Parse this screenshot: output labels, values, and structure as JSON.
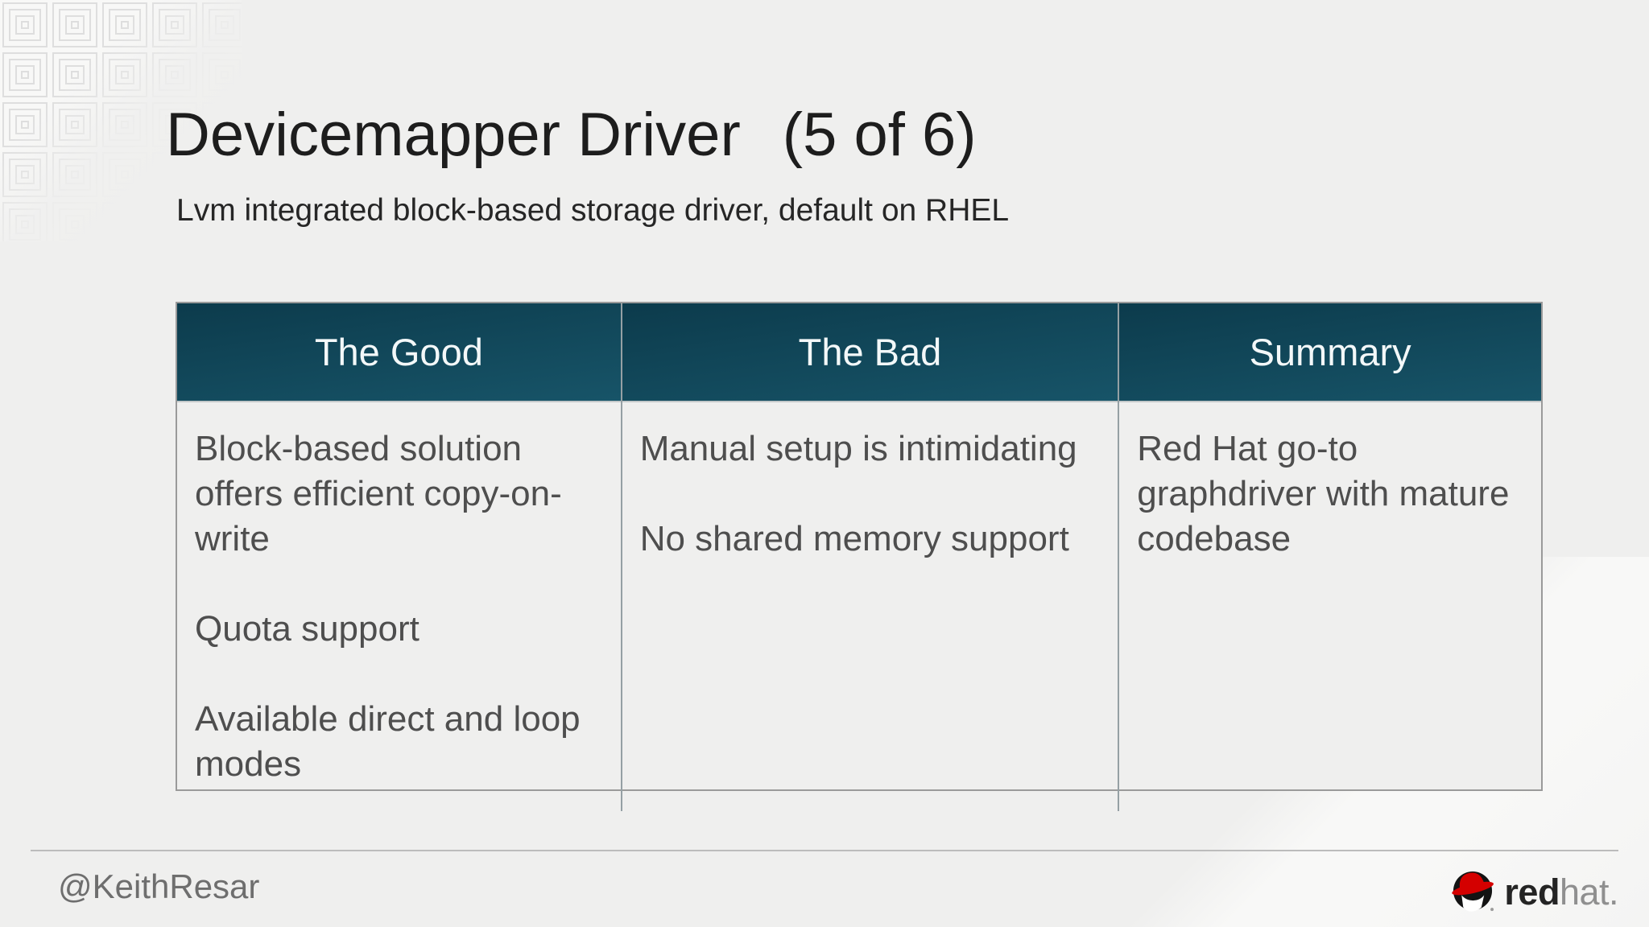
{
  "slide": {
    "title": "Devicemapper Driver",
    "page_indicator": "(5 of 6)",
    "subtitle": "Lvm integrated block-based storage driver, default on RHEL",
    "table": {
      "columns": [
        {
          "header": "The Good",
          "items": [
            "Block-based solution offers efficient copy-on-write",
            "Quota support",
            "Available direct and loop modes"
          ]
        },
        {
          "header": "The Bad",
          "items": [
            "Manual setup is intimidating",
            "No shared memory support"
          ]
        },
        {
          "header": "Summary",
          "items": [
            "Red Hat go-to graphdriver with mature codebase"
          ]
        }
      ]
    },
    "footer": {
      "handle": "@KeithResar",
      "logo_red": "red",
      "logo_hat": "hat."
    },
    "icons": {
      "logo_icon": "redhat-shadowman-icon",
      "corner_pattern": "concentric-squares-pattern"
    },
    "colors": {
      "background": "#efefee",
      "teal_top": "#0c3b4c",
      "teal_bottom": "#175468",
      "accent_red": "#d40000",
      "body_text": "#4e4e4e"
    }
  }
}
